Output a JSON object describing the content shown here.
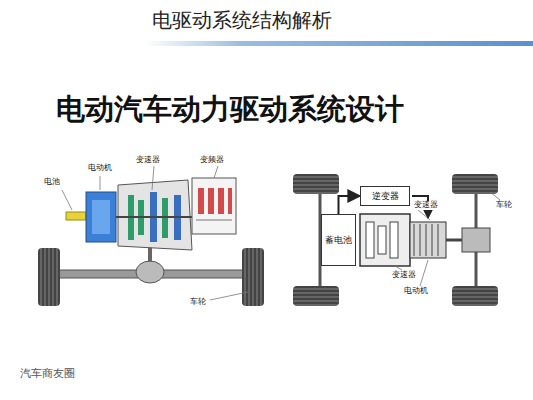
{
  "diagram": {
    "title": "电驱动系统结构解析",
    "nodes": [
      {
        "text": [
          "逆变器"
        ]
      },
      {
        "text": [
          "蓄电池"
        ]
      }
    ],
    "edges": [
      {
        "from": 1,
        "to": 0,
        "arrow": "to"
      }
    ],
    "labels": [
      "电动汽车动力驱动系统设计",
      "电池",
      "电动机",
      "变速器",
      "变频器",
      "车轮",
      "车轮",
      "变速器",
      "变速器",
      "电动机",
      "汽车商友圈"
    ]
  }
}
